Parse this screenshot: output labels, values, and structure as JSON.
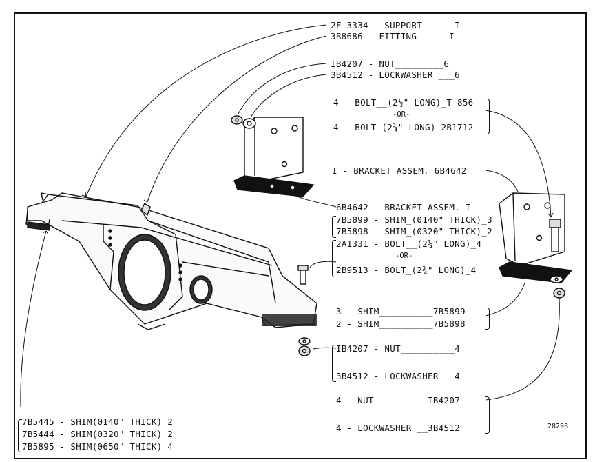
{
  "labels": {
    "support": "2F 3334 - SUPPORT______I",
    "fitting": "3B8686 - FITTING______I",
    "nut_6": "IB4207 - NUT_________6",
    "lockwasher_6": "3B4512 - LOCKWASHER ___6",
    "bolt_a": "4 - BOLT__(2½\" LONG)_T-856",
    "or_1": "-OR-",
    "bolt_b": "4 - BOLT_(2¾\" LONG)_2B1712",
    "bracket_1": "I - BRACKET ASSEM. 6B4642",
    "bracket_assem": "6B4642 - BRACKET ASSEM. I",
    "shim_140": "7B5899 - SHIM_(0140\" THICK)_3",
    "shim_320": "7B5898 - SHIM_(0320\" THICK)_2",
    "bolt_c": "2A1331 - BOLT__(2¼\" LONG)_4",
    "or_2": "-OR-",
    "bolt_d": "2B9513 - BOLT_(2¾\" LONG)_4",
    "shim_3": "3 - SHIM__________7B5899",
    "shim_2": "2 - SHIM__________7B5898",
    "nut_4": "IB4207 - NUT__________4",
    "lockwasher_4": "3B4512 - LOCKWASHER __4",
    "shim_5445": "7B5445 - SHIM(0140\" THICK) 2",
    "shim_5444": "7B5444 - SHIM(0320\" THICK) 2",
    "shim_5895": "7B5895 - SHIM(0650\" THICK) 4",
    "nut_4b": "4 - NUT__________IB4207",
    "lockwasher_4b": "4 - LOCKWASHER __3B4512",
    "figure_number": "28298"
  }
}
